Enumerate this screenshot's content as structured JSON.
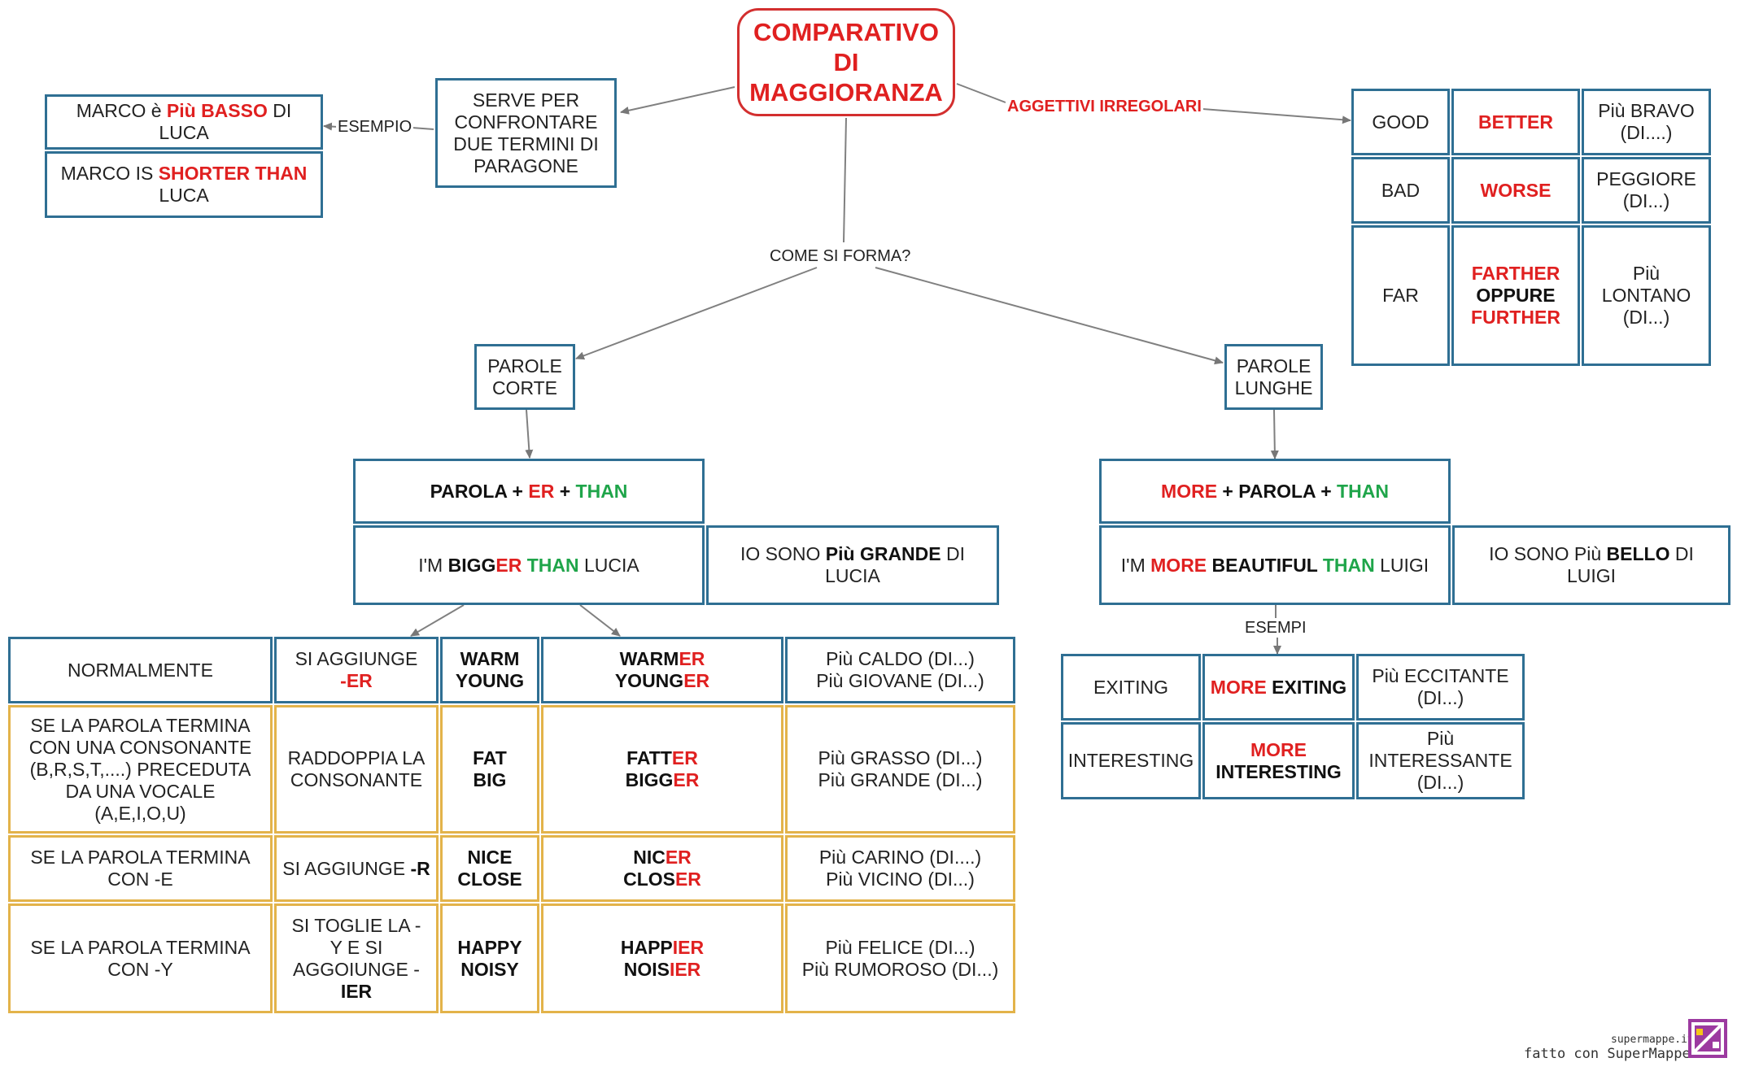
{
  "title": "COMPARATIVO\nDI\nMAGGIORANZA",
  "purpose": "SERVE PER\nCONFRONTARE\nDUE TERMINI DI\nPARAGONE",
  "label_esempio": "ESEMPIO",
  "example_it": {
    "a": "MARCO è ",
    "b": "Più BASSO",
    "c": " DI\nLUCA"
  },
  "example_en": {
    "a": "MARCO IS ",
    "b": "SHORTER THAN",
    "c": "\nLUCA"
  },
  "label_irregolari": "AGGETTIVI IRREGOLARI",
  "irregular": [
    {
      "base": "GOOD",
      "comp": "BETTER",
      "it": "Più BRAVO\n(DI....)"
    },
    {
      "base": "BAD",
      "comp": "WORSE",
      "it": "PEGGIORE\n(DI...)"
    },
    {
      "base": "FAR",
      "comp_a": "FARTHER",
      "comp_or": "OPPURE",
      "comp_b": "FURTHER",
      "it": "Più\nLONTANO\n(DI...)"
    }
  ],
  "label_come": "COME SI FORMA?",
  "short_words": "PAROLE\nCORTE",
  "long_words": "PAROLE\nLUNGHE",
  "short_formula": {
    "a": "PAROLA",
    "plus1": " + ",
    "b": "ER",
    "plus2": " + ",
    "c": "THAN"
  },
  "short_example": {
    "a": "I'M ",
    "b": "BIGG",
    "c": "ER",
    "d": " THAN",
    "e": " LUCIA"
  },
  "short_example_it": {
    "a": "IO SONO ",
    "b": "Più GRANDE",
    "c": " DI\nLUCIA"
  },
  "long_formula": {
    "a": "MORE",
    "plus1": " + ",
    "b": "PAROLA",
    "plus2": " + ",
    "c": "THAN"
  },
  "long_example": {
    "a": "I'M  ",
    "b": "MORE",
    "c": " BEAUTIFUL",
    "d": " THAN",
    "e": " LUIGI"
  },
  "long_example_it": {
    "a": "IO SONO Più ",
    "b": "BELLO",
    "c": " DI\nLUIGI"
  },
  "label_esempi": "ESEMPI",
  "long_rows": [
    {
      "base": "EXITING",
      "comp_a": "MORE",
      "comp_b": " EXITING",
      "it": "Più ECCITANTE\n(DI...)"
    },
    {
      "base": "INTERESTING",
      "comp_a": "MORE",
      "comp_b": "\nINTERESTING",
      "it": "Più\nINTERESSANTE\n(DI...)"
    }
  ],
  "rules": [
    {
      "when": "NORMALMENTE",
      "action_a": "SI AGGIUNGE\n",
      "action_b": "-ER",
      "words": "WARM\nYOUNG",
      "comp": [
        {
          "s": "WARM",
          "e": "ER"
        },
        {
          "s": "YOUNG",
          "e": "ER"
        }
      ],
      "it": "Più CALDO (DI...)\nPiù GIOVANE (DI...)"
    },
    {
      "when": "SE LA PAROLA TERMINA\nCON UNA CONSONANTE\n(B,R,S,T,....) PRECEDUTA\nDA UNA VOCALE\n(A,E,I,O,U)",
      "action_a": "RADDOPPIA LA\nCONSONANTE",
      "action_b": "",
      "words": "FAT\nBIG",
      "comp": [
        {
          "s": "FATT",
          "e": "ER"
        },
        {
          "s": "BIGG",
          "e": "ER"
        }
      ],
      "it": "Più GRASSO (DI...)\nPiù GRANDE (DI...)"
    },
    {
      "when": "SE LA PAROLA TERMINA\nCON -E",
      "action_a": "SI AGGIUNGE ",
      "action_b": "-R",
      "words": "NICE\nCLOSE",
      "comp": [
        {
          "s": "NIC",
          "e": "ER"
        },
        {
          "s": "CLOS",
          "e": "ER"
        }
      ],
      "it": "Più CARINO (DI....)\nPiù VICINO (DI...)"
    },
    {
      "when": "SE LA PAROLA TERMINA\nCON -Y",
      "action_a": "SI TOGLIE LA -\nY E SI\nAGGOIUNGE -\n",
      "action_b": "IER",
      "words": "HAPPY\nNOISY",
      "comp": [
        {
          "s": "HAPP",
          "e": "IER"
        },
        {
          "s": "NOIS",
          "e": "IER"
        }
      ],
      "it": "Più FELICE (DI...)\nPiù RUMOROSO (DI...)"
    }
  ],
  "footer_site": "supermappe.it",
  "footer_made": "fatto con SuperMappe",
  "colors": {
    "accent_red": "#e02020",
    "accent_green": "#1fa54a",
    "border_blue": "#2f6f93",
    "border_orange": "#e3b34a"
  }
}
